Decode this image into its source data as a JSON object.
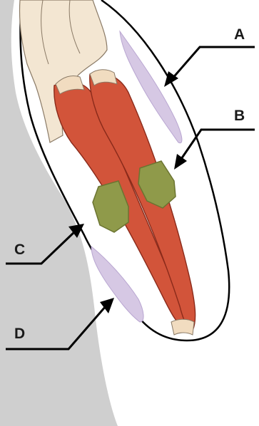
{
  "labels": {
    "a": "A",
    "b": "B",
    "c": "C",
    "d": "D"
  },
  "colors": {
    "body_gray": "#cfcfcf",
    "muscle": "#d2543a",
    "muscle_dark": "#8a2a1a",
    "tendon": "#f1dcc0",
    "bone": "#f3e6d2",
    "green_patch": "#8f9a4a",
    "purple_area": "#d6c8e4",
    "outline": "#000000"
  }
}
